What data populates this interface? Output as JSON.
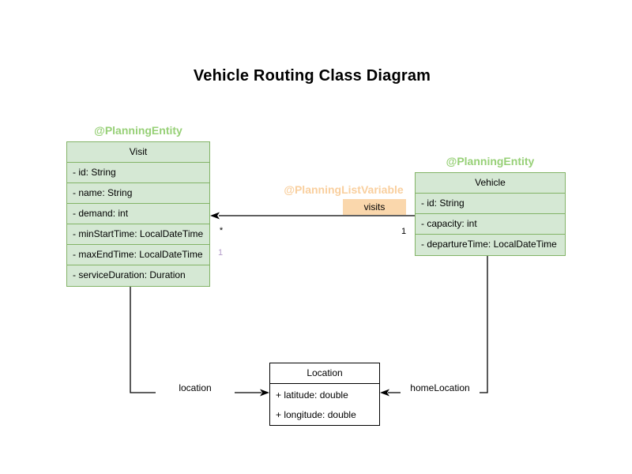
{
  "title": "Vehicle Routing Class Diagram",
  "colors": {
    "class_fill_green": "#d5e8d4",
    "class_stroke_green": "#82b366",
    "annotation_green": "#97d077",
    "annotation_orange": "#f9cf9e",
    "edge_chip_orange": "#fad7ac",
    "multiplicity_lavender": "#b39bc8",
    "location_stroke": "#000000"
  },
  "classes": {
    "visit": {
      "annotation": "@PlanningEntity",
      "name": "Visit",
      "attributes": [
        "- id: String",
        "- name: String",
        "- demand: int",
        "- minStartTime: LocalDateTime",
        "- maxEndTime: LocalDateTime",
        "- serviceDuration: Duration"
      ]
    },
    "vehicle": {
      "annotation": "@PlanningEntity",
      "name": "Vehicle",
      "attributes": [
        "- id: String",
        "- capacity: int",
        "- departureTime: LocalDateTime"
      ]
    },
    "location": {
      "name": "Location",
      "attributes": [
        "+ latitude: double",
        "+ longitude: double"
      ]
    }
  },
  "edges": {
    "visits": {
      "annotation": "@PlanningListVariable",
      "label": "visits",
      "target_multiplicity": "*",
      "source_multiplicity": "1",
      "secondary_multiplicity": "1"
    },
    "location": {
      "label": "location"
    },
    "home_location": {
      "label": "homeLocation"
    }
  }
}
